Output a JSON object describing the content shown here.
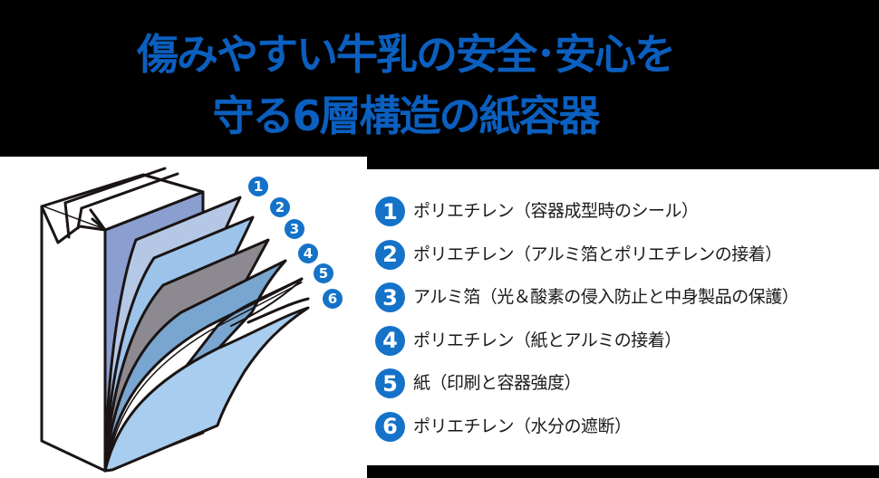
{
  "title": {
    "line1": "傷みやすい牛乳の安全･安心を",
    "line2": "守る6層構造の紙容器"
  },
  "colors": {
    "title": "#0b5fbf",
    "badge": "#1472c8",
    "background": "#000000",
    "panel": "#ffffff",
    "carton_side": "#8a9fd0",
    "layer_light_blue": "#a8cdee",
    "layer_mid_blue": "#6aa4d8",
    "layer_aluminum": "#8c8c90",
    "layer_paper": "#ffffff"
  },
  "diagram": {
    "subject": "milk-carton-cutaway",
    "layer_markers": [
      "1",
      "2",
      "3",
      "4",
      "5",
      "6"
    ]
  },
  "legend": {
    "items": [
      {
        "number": "1",
        "text": "ポリエチレン（容器成型時のシール）"
      },
      {
        "number": "2",
        "text": "ポリエチレン（アルミ箔とポリエチレンの接着）"
      },
      {
        "number": "3",
        "text": "アルミ箔（光＆酸素の侵入防止と中身製品の保護）"
      },
      {
        "number": "4",
        "text": "ポリエチレン（紙とアルミの接着）"
      },
      {
        "number": "5",
        "text": "紙（印刷と容器強度）"
      },
      {
        "number": "6",
        "text": "ポリエチレン（水分の遮断）"
      }
    ]
  }
}
